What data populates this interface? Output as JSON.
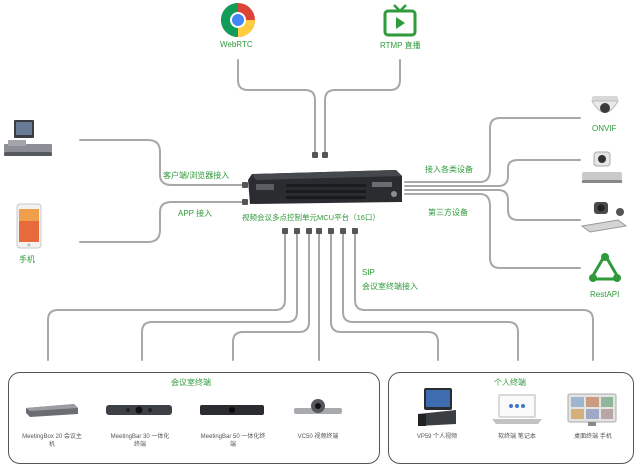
{
  "top": {
    "browser_label": "WebRTC",
    "rtmp_label": "RTMP 直播"
  },
  "left": {
    "pc_label": "客户端/浏览器接入",
    "app_label": "APP 接入",
    "phone_label": "手机"
  },
  "right": {
    "onvif_label": "ONVIF",
    "access_label": "接入各类设备",
    "third_label": "第三方设备",
    "api_label": "RestAPI"
  },
  "server": {
    "label": "视频会议多点控制单元MCU平台（16口）"
  },
  "mid": {
    "line1": "SIP",
    "line2": "会议室终端接入"
  },
  "groups": {
    "room_title": "会议室终端",
    "personal_title": "个人终端"
  },
  "room_devices": [
    {
      "label": "MeetingBox 20 会议主机"
    },
    {
      "label": "MeetingBar 30 一体化终端"
    },
    {
      "label": "MeetingBar 50 一体化终端"
    },
    {
      "label": "VC50 视频终端"
    }
  ],
  "personal_devices": [
    {
      "label": "VP59 个人视频"
    },
    {
      "label": "软终端 笔记本"
    },
    {
      "label": "桌面终端 手机"
    }
  ],
  "colors": {
    "accent": "#2e9a3a",
    "wire": "#a8a8a8",
    "server": "#2a2c30"
  }
}
